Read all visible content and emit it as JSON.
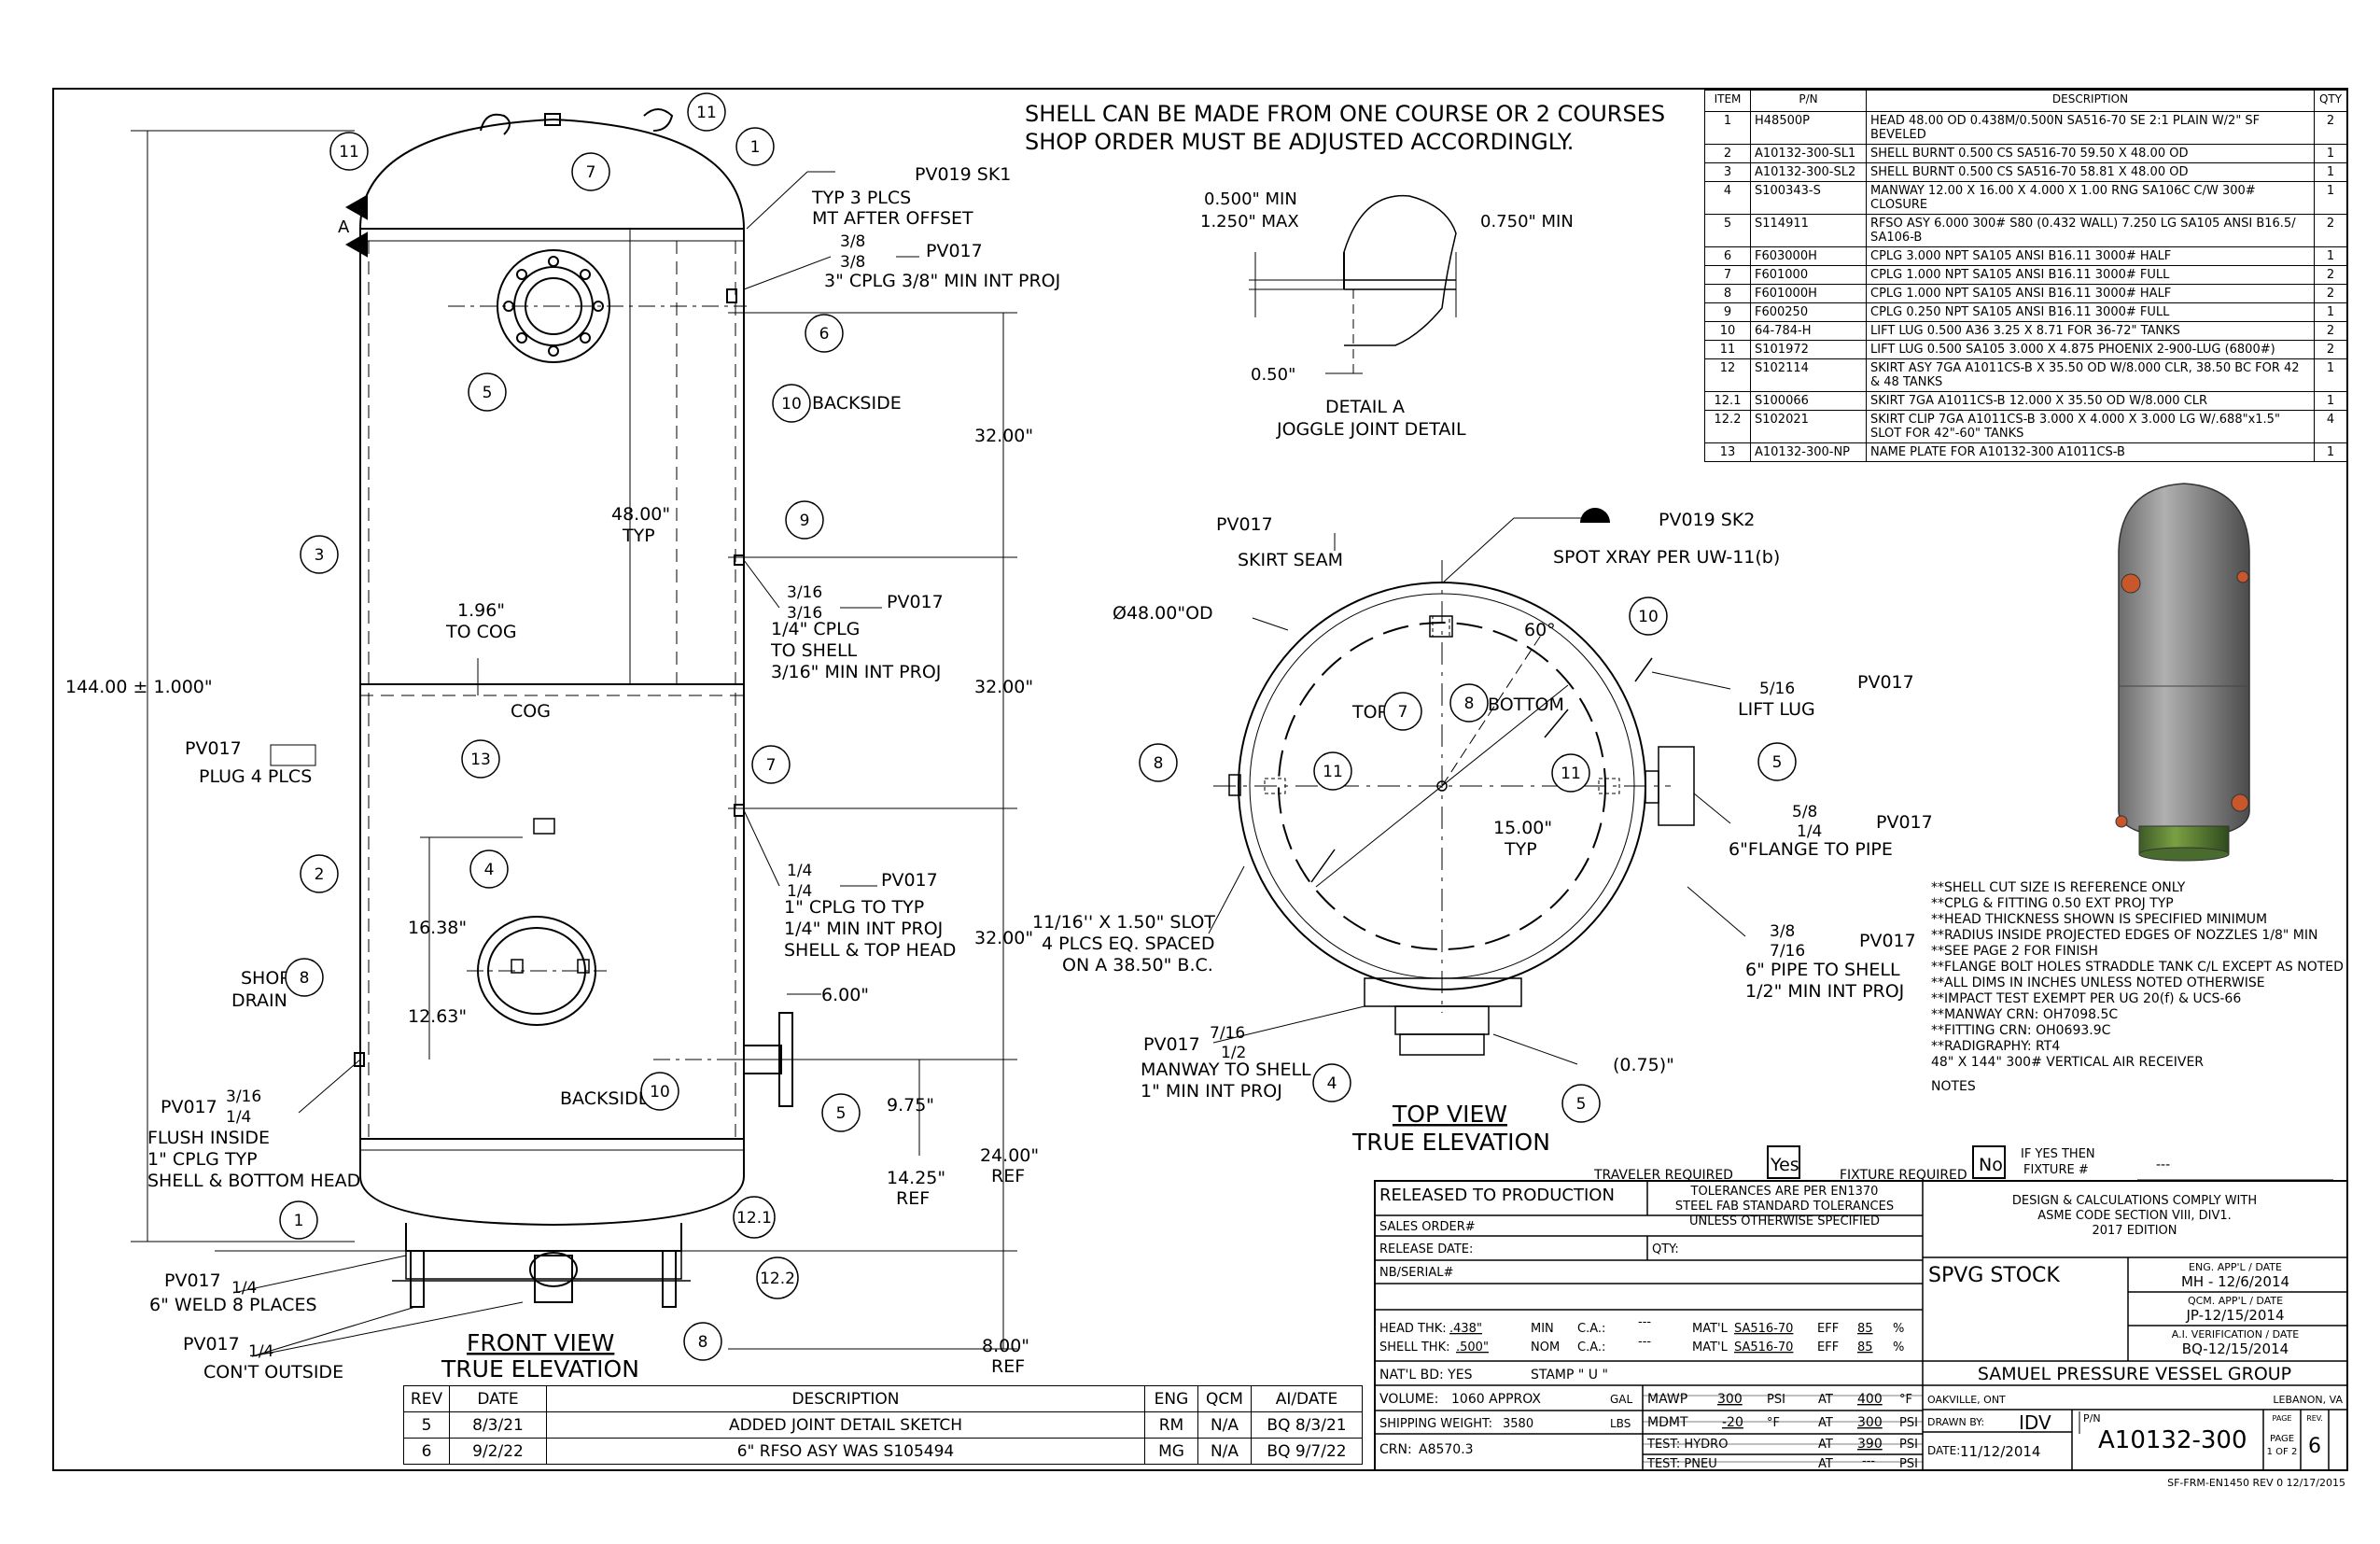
{
  "header_notes": [
    "SHELL CAN BE MADE FROM ONE COURSE OR 2 COURSES",
    "SHOP ORDER MUST BE ADJUSTED ACCORDINGLY."
  ],
  "bom": {
    "headers": [
      "ITEM",
      "P/N",
      "DESCRIPTION",
      "QTY"
    ],
    "rows": [
      {
        "item": "1",
        "pn": "H48500P",
        "desc": "HEAD 48.00 OD 0.438M/0.500N SA516-70 SE 2:1 PLAIN W/2\" SF BEVELED",
        "qty": "2"
      },
      {
        "item": "2",
        "pn": "A10132-300-SL1",
        "desc": "SHELL BURNT 0.500 CS SA516-70 59.50 X 48.00 OD",
        "qty": "1"
      },
      {
        "item": "3",
        "pn": "A10132-300-SL2",
        "desc": "SHELL BURNT 0.500 CS SA516-70 58.81 X 48.00 OD",
        "qty": "1"
      },
      {
        "item": "4",
        "pn": "S100343-S",
        "desc": "MANWAY 12.00 X 16.00 X 4.000 X 1.00 RNG SA106C C/W 300# CLOSURE",
        "qty": "1"
      },
      {
        "item": "5",
        "pn": "S114911",
        "desc": "RFSO ASY 6.000 300# S80 (0.432 WALL) 7.250 LG SA105 ANSI B16.5/ SA106-B",
        "qty": "2"
      },
      {
        "item": "6",
        "pn": "F603000H",
        "desc": "CPLG 3.000 NPT SA105 ANSI B16.11 3000# HALF",
        "qty": "1"
      },
      {
        "item": "7",
        "pn": "F601000",
        "desc": "CPLG 1.000 NPT SA105 ANSI B16.11 3000# FULL",
        "qty": "2"
      },
      {
        "item": "8",
        "pn": "F601000H",
        "desc": "CPLG 1.000 NPT SA105 ANSI B16.11 3000# HALF",
        "qty": "2"
      },
      {
        "item": "9",
        "pn": "F600250",
        "desc": "CPLG 0.250 NPT SA105 ANSI B16.11 3000# FULL",
        "qty": "1"
      },
      {
        "item": "10",
        "pn": "64-784-H",
        "desc": "LIFT LUG 0.500 A36 3.25 X 8.71 FOR 36-72\" TANKS",
        "qty": "2"
      },
      {
        "item": "11",
        "pn": "S101972",
        "desc": "LIFT LUG 0.500 SA105 3.000 X 4.875 PHOENIX 2-900-LUG (6800#)",
        "qty": "2"
      },
      {
        "item": "12",
        "pn": "S102114",
        "desc": "SKIRT ASY 7GA A1011CS-B X 35.50 OD W/8.000 CLR, 38.50 BC FOR 42 & 48 TANKS",
        "qty": "1"
      },
      {
        "item": "12.1",
        "pn": "S100066",
        "desc": "SKIRT 7GA A1011CS-B 12.000 X 35.50 OD W/8.000 CLR",
        "qty": "1"
      },
      {
        "item": "12.2",
        "pn": "S102021",
        "desc": "SKIRT CLIP 7GA A1011CS-B 3.000 X 4.000 X 3.000 LG W/.688\"x1.5\" SLOT FOR 42\"-60\" TANKS",
        "qty": "4"
      },
      {
        "item": "13",
        "pn": "A10132-300-NP",
        "desc": "NAME PLATE FOR A10132-300 A1011CS-B",
        "qty": "1"
      }
    ]
  },
  "front_view": {
    "title": "FRONT VIEW",
    "subtitle": "TRUE ELEVATION",
    "overall_height": "144.00 ± 1.000\"",
    "dims": {
      "d32a": "32.00\"",
      "d32b": "32.00\"",
      "d32c": "32.00\"",
      "d24": "24.00\"",
      "ref1": "REF",
      "d8": "8.00\"",
      "ref2": "REF",
      "d48": "48.00\"",
      "typ": "TYP",
      "d196": "1.96\"",
      "tocog": "TO COG",
      "cog": "COG",
      "d1638": "16.38\"",
      "d1263": "12.63\"",
      "d600": "6.00\"",
      "d975": "9.75\"",
      "d1425": "14.25\"",
      "ref3": "REF"
    },
    "notes": {
      "pv019sk1": "PV019 SK1",
      "typ3": "TYP 3 PLCS",
      "mt": "MT AFTER OFFSET",
      "w38a": "3/8",
      "w38b": "3/8",
      "pv017a": "PV017",
      "cplg3": "3\" CPLG 3/8\" MIN INT PROJ",
      "backside1": "BACKSIDE",
      "w316a": "3/16",
      "w316b": "3/16",
      "pv017b": "PV017",
      "cplg14": "1/4\" CPLG",
      "toshell": "TO SHELL",
      "minint316": "3/16\" MIN INT PROJ",
      "w14a": "1/4",
      "w14b": "1/4",
      "pv017c": "PV017",
      "cplg1typ": "1\" CPLG TO TYP",
      "minint14": "1/4\" MIN INT PROJ",
      "shelltop": "SHELL & TOP HEAD",
      "pv017plug": "PV017",
      "plug": "PLUG 4 PLCS",
      "shop": "SHOP",
      "drain": "DRAIN",
      "pv017d": "PV017",
      "w316c": "3/16",
      "w14c": "1/4",
      "flush": "FLUSH INSIDE",
      "cplg1": "1\" CPLG TYP",
      "shellbot": "SHELL & BOTTOM HEAD",
      "backside2": "BACKSIDE",
      "pv017e": "PV017",
      "w14d": "1/4",
      "weld8": "6\" WELD 8 PLACES",
      "pv017f": "PV017",
      "w14e": "1/4",
      "cont": "CON'T OUTSIDE",
      "secA": "A"
    },
    "balloons": [
      "11",
      "7",
      "11",
      "1",
      "6",
      "5",
      "10",
      "3",
      "9",
      "7",
      "13",
      "2",
      "4",
      "8",
      "10",
      "5",
      "1",
      "12.1",
      "12.2",
      "8"
    ]
  },
  "detail": {
    "d0500": "0.500\" MIN",
    "d1250": "1.250\" MAX",
    "d0750": "0.750\" MIN",
    "d050": "0.50\"",
    "title": "DETAIL  A",
    "subtitle": "JOGGLE JOINT DETAIL"
  },
  "top_view": {
    "title": "TOP VIEW",
    "subtitle": "TRUE ELEVATION",
    "notes": {
      "pv017skirt": "PV017",
      "skirtseam": "SKIRT SEAM",
      "pv019sk2": "PV019 SK2",
      "spotxray": "SPOT XRAY PER UW-11(b)",
      "od": "Ø48.00\"OD",
      "angle": "60°",
      "top": "TOP",
      "bottom": "BOTTOM",
      "w516": "5/16",
      "pv017lug": "PV017",
      "liftlug": "LIFT LUG",
      "w58": "5/8",
      "w14f": "1/4",
      "pv017fl": "PV017",
      "flange": "6\"FLANGE TO PIPE",
      "d15": "15.00\"",
      "typ15": "TYP",
      "slot1": "11/16'' X 1.50\" SLOT",
      "slot2": "4 PLCS EQ. SPACED",
      "slot3": "ON A 38.50\" B.C.",
      "w38c": "3/8",
      "w716a": "7/16",
      "pv017pipe": "PV017",
      "pipe1": "6\" PIPE TO SHELL",
      "pipe2": "1/2\" MIN INT PROJ",
      "pv017mw": "PV017",
      "w716b": "7/16",
      "w12": "1/2",
      "mw1": "MANWAY TO SHELL",
      "mw2": "1\" MIN INT PROJ",
      "d075": "(0.75)\""
    },
    "balloons": [
      "8",
      "7",
      "8",
      "11",
      "11",
      "10",
      "5",
      "4",
      "5"
    ]
  },
  "general_notes": [
    "**SHELL CUT SIZE IS REFERENCE ONLY",
    "**CPLG & FITTING 0.50 EXT PROJ TYP",
    "**HEAD THICKNESS SHOWN IS SPECIFIED MINIMUM",
    "**RADIUS INSIDE PROJECTED EDGES OF NOZZLES 1/8\" MIN",
    "**SEE PAGE 2 FOR FINISH",
    "**FLANGE BOLT HOLES STRADDLE TANK C/L EXCEPT AS NOTED",
    "**ALL DIMS IN INCHES UNLESS NOTED OTHERWISE",
    "**IMPACT TEST EXEMPT PER UG 20(f) & UCS-66",
    "**MANWAY CRN: OH7098.5C",
    "**FITTING CRN: OH0693.9C",
    "**RADIGRAPHY: RT4",
    "48\" X 144\" 300# VERTICAL AIR RECEIVER",
    "NOTES"
  ],
  "revisions": {
    "headers": [
      "REV",
      "DATE",
      "DESCRIPTION",
      "ENG",
      "QCM",
      "AI/DATE"
    ],
    "rows": [
      [
        "5",
        "8/3/21",
        "ADDED JOINT DETAIL SKETCH",
        "RM",
        "N/A",
        "BQ 8/3/21"
      ],
      [
        "6",
        "9/2/22",
        "6\" RFSO ASY WAS S105494",
        "MG",
        "N/A",
        "BQ 9/7/22"
      ]
    ]
  },
  "title_block": {
    "traveler_label": "TRAVELER REQUIRED",
    "traveler_val": "Yes",
    "fixture_label": "FIXTURE REQUIRED",
    "fixture_val": "No",
    "ifyes1": "IF YES THEN",
    "ifyes2": "FIXTURE #",
    "fixture_num": "---",
    "released": "RELEASED TO PRODUCTION",
    "tol1": "TOLERANCES ARE PER EN1370",
    "tol2": "STEEL FAB STANDARD TOLERANCES",
    "tol3": "UNLESS OTHERWISE SPECIFIED",
    "design1": "DESIGN & CALCULATIONS COMPLY WITH",
    "design2": "ASME CODE SECTION VIII, DIV1.",
    "design3": "2017 EDITION",
    "sales": "SALES ORDER#",
    "qty": "QTY:",
    "release_date": "RELEASE DATE:",
    "nb": "NB/SERIAL#",
    "stock": "SPVG STOCK",
    "eng_lbl": "ENG. APP'L / DATE",
    "eng_val": "MH - 12/6/2014",
    "qcm_lbl": "QCM. APP'L / DATE",
    "qcm_val": "JP-12/15/2014",
    "ai_lbl": "A.I. VERIFICATION / DATE",
    "ai_val": "BQ-12/15/2014",
    "head_thk": "HEAD THK:",
    "head_thk_v": ".438\"",
    "min": "MIN",
    "ca1": "C.A.:",
    "ca1v": "---",
    "matl1": "MAT'L",
    "matl1v": "SA516-70",
    "eff1": "EFF",
    "eff1v": "85",
    "pct1": "%",
    "shell_thk": "SHELL THK:",
    "shell_thk_v": ".500\"",
    "nom": "NOM",
    "ca2": "C.A.:",
    "ca2v": "---",
    "matl2": "MAT'L",
    "matl2v": "SA516-70",
    "eff2": "EFF",
    "eff2v": "85",
    "pct2": "%",
    "natl": "NAT'L BD: YES",
    "stamp": "STAMP \"  U  \"",
    "company": "SAMUEL PRESSURE VESSEL GROUP",
    "volume_lbl": "VOLUME:",
    "volume_v": "1060 APPROX",
    "gal": "GAL",
    "ship_lbl": "SHIPPING WEIGHT:",
    "ship_v": "3580",
    "lbs": "LBS",
    "crn_lbl": "CRN:",
    "crn_v": "A8570.3",
    "mawp": "MAWP",
    "mawp_v": "300",
    "mawp_u": "PSI",
    "at1": "AT",
    "at1v": "400",
    "u1": "°F",
    "mdmt": "MDMT",
    "mdmt_v": "-20",
    "mdmt_u": "°F",
    "at2": "AT",
    "at2v": "300",
    "u2": "PSI",
    "test1": "TEST:  HYDRO",
    "at3": "AT",
    "at3v": "390",
    "u3": "PSI",
    "test2": "TEST:  PNEU",
    "at4": "AT",
    "at4v": "---",
    "u4": "PSI",
    "oakville": "OAKVILLE, ONT",
    "lebanon": "LEBANON, VA",
    "drawn_lbl": "DRAWN BY:",
    "drawn_v": "IDV",
    "pn_lbl": "P/N",
    "pn_v": "A10132-300",
    "page_lbl": "PAGE",
    "rev_lbl": "REV.",
    "page_v": "1 OF 2",
    "rev_v": "6",
    "date_lbl": "DATE:",
    "date_v": "11/12/2014",
    "form": "SF-FRM-EN1450  REV 0 12/17/2015"
  }
}
